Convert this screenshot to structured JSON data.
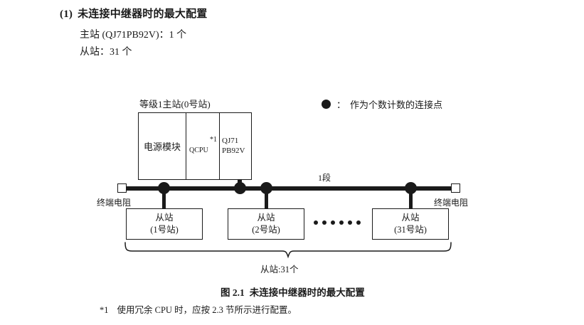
{
  "section": {
    "number": "(1)",
    "title": "未连接中继器时的最大配置",
    "spec_master": "主站 (QJ71PB92V)：1 个",
    "spec_slave": "从站：31 个"
  },
  "legend": {
    "symbol": "filled-circle",
    "colon": "：",
    "text": "作为个数计数的连接点"
  },
  "diagram": {
    "rack_title": "等级1主站(0号站)",
    "rack_cells": [
      {
        "label": "电源模块"
      },
      {
        "label": "QCPU",
        "footnote_mark": "*1"
      },
      {
        "line1": "QJ71",
        "line2": "PB92V"
      }
    ],
    "segment_label": "1段",
    "terminator_left_label": "终端电阻",
    "terminator_right_label": "终端电阻",
    "slaves": [
      {
        "name": "从站",
        "station": "(1号站)"
      },
      {
        "name": "从站",
        "station": "(2号站)"
      },
      {
        "name": "从站",
        "station": "(31号站)"
      }
    ],
    "ellipsis_count": 6,
    "brace_label": "从站:31个"
  },
  "figure": {
    "caption_number": "图 2.1",
    "caption_text": "未连接中继器时的最大配置"
  },
  "footnote": {
    "mark": "*1",
    "text": "使用冗余 CPU 时，应按 2.3 节所示进行配置。"
  },
  "colors": {
    "ink": "#1a1a1a",
    "paper": "#ffffff"
  }
}
